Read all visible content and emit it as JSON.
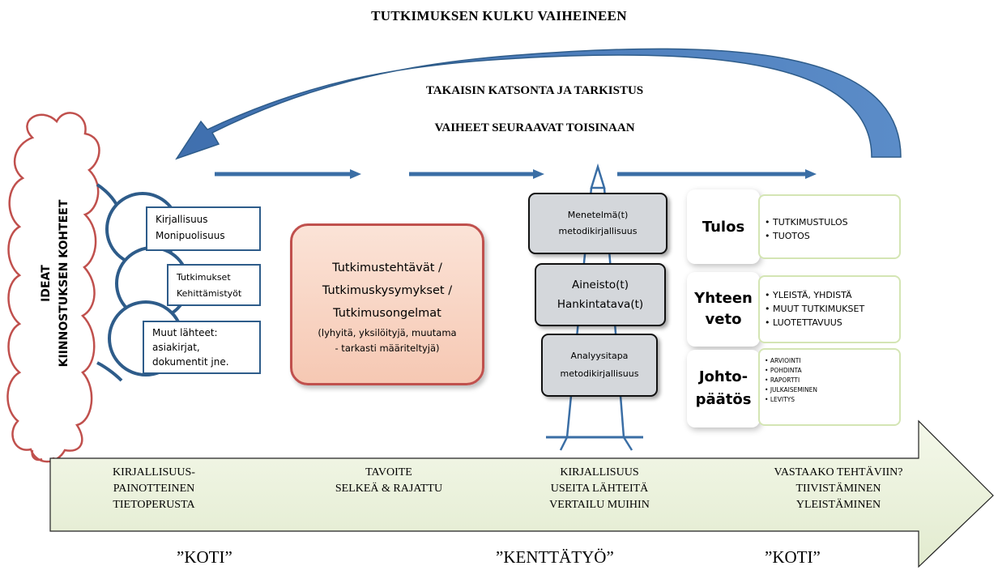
{
  "title": "TUTKIMUKSEN KULKU VAIHEINEEN",
  "back_label": "TAKAISIN KATSONTA JA TARKISTUS",
  "sequence_label": "VAIHEET SEURAAVAT TOISINAAN",
  "cloud": {
    "line1": "IDEAT",
    "line2": "KIINNOSTUKSEN KOHTEET"
  },
  "ideas": [
    {
      "line1": "Kirjallisuus",
      "line2": "Monipuolisuus",
      "line3": ""
    },
    {
      "line1": "Tutkimukset",
      "line2": "Kehittämistyöt",
      "line3": ""
    },
    {
      "line1": "Muut lähteet:",
      "line2": "asiakirjat,",
      "line3": "dokumentit jne."
    }
  ],
  "goal": {
    "line1": "Tutkimustehtävät /",
    "line2": "Tutkimuskysymykset /",
    "line3": "Tutkimusongelmat",
    "note1": "(lyhyitä, yksilöityjä, muutama",
    "note2": "- tarkasti määriteltyjä)"
  },
  "methods": [
    {
      "line1": "Menetelmä(t)",
      "line2": "metodikirjallisuus"
    },
    {
      "line1": "Aineisto(t)",
      "line2": "Hankintatava(t)"
    },
    {
      "line1": "Analyysitapa",
      "line2": "metodikirjallisuus"
    }
  ],
  "results": [
    {
      "title1": "Tulos",
      "title2": "",
      "items": [
        "TUTKIMUSTULOS",
        "TUOTOS"
      ]
    },
    {
      "title1": "Yhteen",
      "title2": "veto",
      "items": [
        "YLEISTÄ, YHDISTÄ",
        "MUUT TUTKIMUKSET",
        "LUOTETTAVUUS"
      ]
    },
    {
      "title1": "Johto-",
      "title2": "päätös",
      "items": [
        "ARVIOINTI",
        "POHDINTA",
        "RAPORTTI",
        "JULKAISEMINEN",
        "LEVITYS"
      ]
    }
  ],
  "stages": [
    {
      "line1": "KIRJALLISUUS-",
      "line2": "PAINOTTEINEN",
      "line3": "TIETOPERUSTA"
    },
    {
      "line1": "TAVOITE",
      "line2": "SELKEÄ & RAJATTU",
      "line3": ""
    },
    {
      "line1": "KIRJALLISUUS",
      "line2": "USEITA LÄHTEITÄ",
      "line3": "VERTAILU MUIHIN"
    },
    {
      "line1": "VASTAAKO TEHTÄVIIN?",
      "line2": "TIIVISTÄMINEN",
      "line3": "YLEISTÄMINEN"
    }
  ],
  "places": [
    "”KOTI”",
    "”KENTTÄTYÖ”",
    "”KOTI”"
  ],
  "colors": {
    "arrow_blue": "#4f81bd",
    "connector_blue": "#2e5c8a",
    "cloud_red": "#c0504d",
    "goal_fill": "#f6c8b3",
    "method_fill": "#d4d7db",
    "big_arrow_fill": "#ebf1de",
    "result_border": "#d4e5b4"
  }
}
